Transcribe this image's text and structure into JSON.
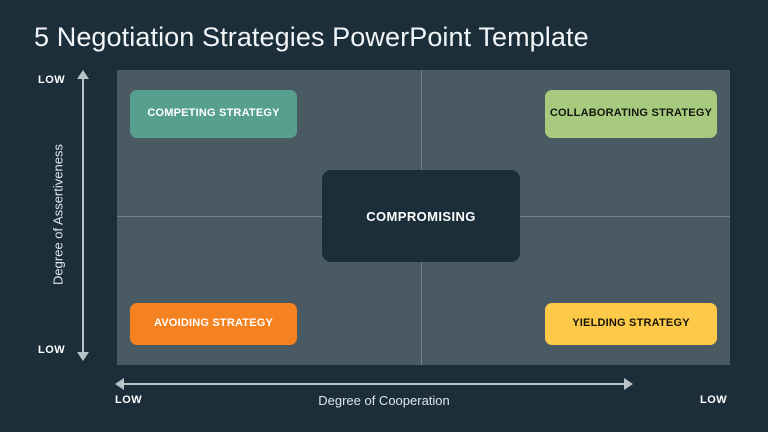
{
  "slide": {
    "title": "5 Negotiation Strategies PowerPoint Template",
    "background_color": "#1c2e3a",
    "panel_color": "#4a5a63"
  },
  "chart_data": {
    "type": "scatter",
    "title": "5 Negotiation Strategies PowerPoint Template",
    "xlabel": "Degree of Cooperation",
    "ylabel": "Degree of Assertiveness",
    "grid": true,
    "x_axis": {
      "label": "Degree of Cooperation",
      "low_label": "LOW",
      "high_label": "LOW",
      "arrow": "double-headed"
    },
    "y_axis": {
      "label": "Degree of Assertiveness",
      "low_label": "LOW",
      "high_label": "LOW",
      "arrow": "double-headed"
    },
    "quadrants": [
      {
        "id": "competing",
        "label": "COMPETING STRATEGY",
        "position": "top-left",
        "x": "low-cooperation",
        "y": "high-assertiveness",
        "fill": "#56a08d",
        "text_color": "#ffffff"
      },
      {
        "id": "collaborating",
        "label": "COLLABORATING STRATEGY",
        "position": "top-right",
        "x": "high-cooperation",
        "y": "high-assertiveness",
        "fill": "#a8ca7e",
        "text_color": "#12180f"
      },
      {
        "id": "avoiding",
        "label": "AVOIDING STRATEGY",
        "position": "bottom-left",
        "x": "low-cooperation",
        "y": "low-assertiveness",
        "fill": "#f58220",
        "text_color": "#ffffff"
      },
      {
        "id": "yielding",
        "label": "YIELDING STRATEGY",
        "position": "bottom-right",
        "x": "high-cooperation",
        "y": "low-assertiveness",
        "fill": "#fcc949",
        "text_color": "#191508"
      },
      {
        "id": "compromising",
        "label": "COMPROMISING",
        "position": "center",
        "x": "medium-cooperation",
        "y": "medium-assertiveness",
        "fill": "#1c2e3a",
        "text_color": "#ffffff"
      }
    ]
  }
}
